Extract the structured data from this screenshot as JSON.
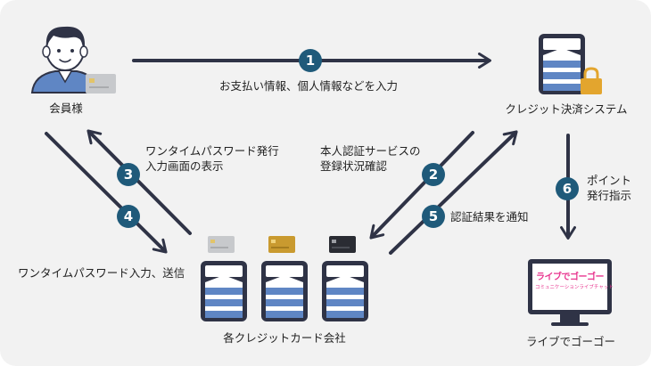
{
  "nodes": {
    "member": "会員様",
    "system": "クレジット決済システム",
    "cards": "各クレジットカード会社",
    "livede": "ライブでゴーゴー"
  },
  "steps": [
    {
      "num": "1",
      "text": "お支払い情報、個人情報などを入力"
    },
    {
      "num": "2",
      "text": "本人認証サービスの\n登録状況確認"
    },
    {
      "num": "3",
      "text": "ワンタイムパスワード発行\n入力画面の表示"
    },
    {
      "num": "4",
      "text": "ワンタイムパスワード入力、送信"
    },
    {
      "num": "5",
      "text": "認証結果を通知"
    },
    {
      "num": "6",
      "text": "ポイント\n発行指示"
    }
  ],
  "logo": {
    "main": "ライブでゴーゴー",
    "sub": "コミュニケーションライブチャット"
  },
  "colors": {
    "navy": "#2f3346",
    "badge": "#1f5a7a",
    "stack_blue": "#5f86c4",
    "lock": "#e3a52e",
    "logo_pink": "#e8358f"
  }
}
